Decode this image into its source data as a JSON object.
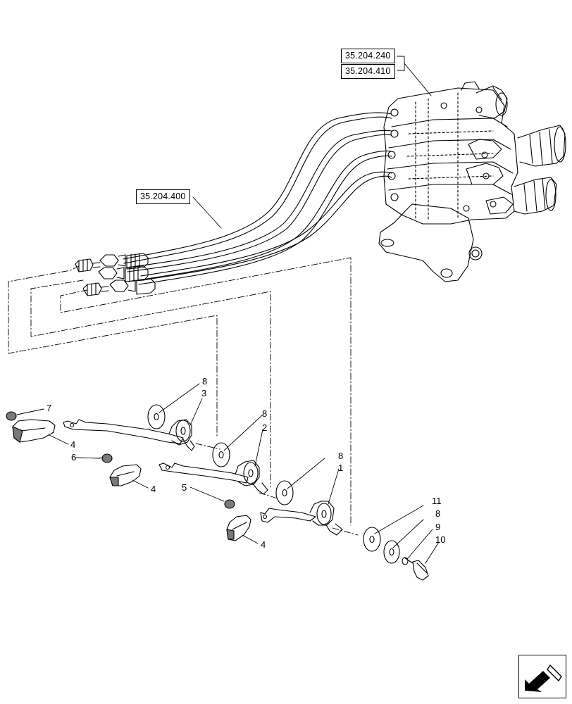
{
  "references": [
    "35.204.240",
    "35.204.410",
    "35.204.400"
  ],
  "callouts": {
    "p1": "1",
    "p2": "2",
    "p3": "3",
    "p4a": "4",
    "p4b": "4",
    "p4c": "4",
    "p5": "5",
    "p6": "6",
    "p7": "7",
    "p8a": "8",
    "p8b": "8",
    "p8c": "8",
    "p8d": "8",
    "p9": "9",
    "p10": "10",
    "p11": "11"
  },
  "nav_icon": "previous-page-arrow-icon",
  "colors": {
    "line": "#000000",
    "background": "#ffffff",
    "seal_fill": "#7a7a7a"
  }
}
